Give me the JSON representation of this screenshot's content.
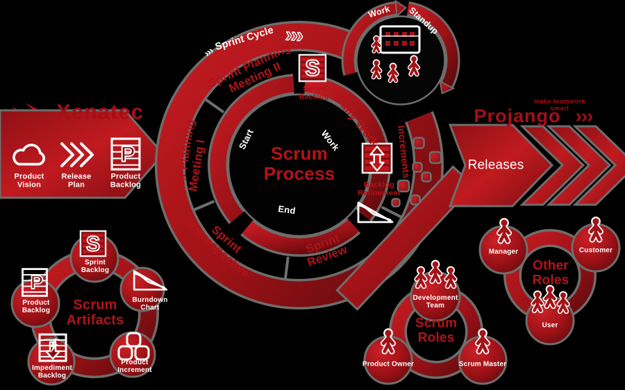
{
  "colors": {
    "background": "#000000",
    "accent_red": "#b31318",
    "bright_red": "#c41b21",
    "dark_red": "#5f0a0d",
    "outline_gray": "#6e6e6d",
    "white": "#ffffff"
  },
  "logos": {
    "xenatec": "Xenatec",
    "projango": "Projango",
    "projango_tagline": "make teamwork smart",
    "projango_chevrons": "›››"
  },
  "input_arrow": {
    "items": [
      {
        "icon": "cloud-icon",
        "label": "Product\nVision"
      },
      {
        "icon": "chevrons-icon",
        "label": "Release\nPlan"
      },
      {
        "icon": "product-backlog-icon",
        "label": "Product\nBacklog"
      }
    ]
  },
  "sprint_cycle": {
    "band_label": "Sprint Cycle",
    "chevrons_small": "›››",
    "chevrons_big": "›››",
    "phases": {
      "planning1": "Sprint Planning\nMeeting I",
      "planning2": "Sprint Planning\nMeeting II",
      "daily_work": "Daily Work",
      "review": "Sprint\nReview",
      "retrospective": "Sprint\nRetrospective"
    }
  },
  "scrum_process": {
    "title": "Scrum\nProcess",
    "steps": {
      "start": "Start",
      "work": "Work",
      "end": "End"
    }
  },
  "attachments": {
    "sprint_backlog": "Sprint\nBacklog",
    "backlog_refinement": "Backlog\nRefinement",
    "increments": "Increments"
  },
  "standup_circle": {
    "work": "Work",
    "standup": "Standup"
  },
  "releases": {
    "label": "Releases"
  },
  "artifacts": {
    "title": "Scrum\nArtifacts",
    "items": [
      {
        "icon": "sprint-backlog-icon",
        "label": "Sprint\nBacklog"
      },
      {
        "icon": "burndown-chart-icon",
        "label": "Burndown\nChart"
      },
      {
        "icon": "product-increment-icon",
        "label": "Product\nIncrement"
      },
      {
        "icon": "impediment-backlog-icon",
        "label": "Impediment\nBacklog"
      },
      {
        "icon": "product-backlog-icon",
        "label": "Product\nBacklog"
      }
    ]
  },
  "scrum_roles": {
    "title": "Scrum\nRoles",
    "items": [
      {
        "icon": "people-icon",
        "label": "Development\nTeam"
      },
      {
        "icon": "person-icon",
        "label": "Product Owner"
      },
      {
        "icon": "person-icon",
        "label": "Scrum Master"
      }
    ]
  },
  "other_roles": {
    "title": "Other\nRoles",
    "items": [
      {
        "icon": "person-icon",
        "label": "Manager"
      },
      {
        "icon": "person-icon",
        "label": "Customer"
      },
      {
        "icon": "people-icon",
        "label": "User"
      }
    ]
  },
  "icons": {
    "sprint_letter": "S",
    "product_letter": "P"
  }
}
